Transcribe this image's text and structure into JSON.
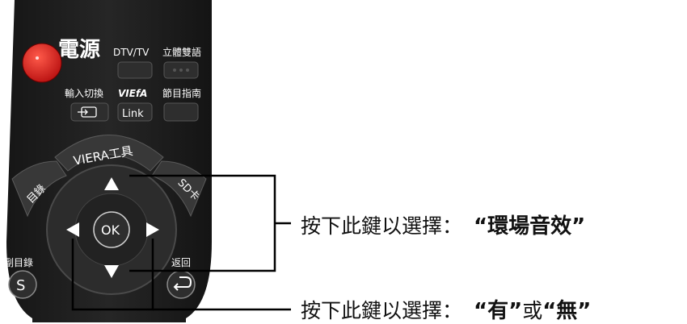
{
  "remote": {
    "power_label": "電源",
    "dtv_label": "DTV/TV",
    "stereo_label": "立體雙語",
    "input_label": "輸入切換",
    "viera_logo": "VIEfA",
    "link_label": "Link",
    "guide_label": "節目指南",
    "tools_label": "VIERA工具",
    "menu_label": "目錄",
    "sd_label": "SD卡",
    "ok_label": "OK",
    "submenu_label": "副目錄",
    "submenu_key": "S",
    "return_label": "返回"
  },
  "callouts": {
    "upper": {
      "prefix": "按下此鍵以選擇：",
      "option": "“環場音效”"
    },
    "lower": {
      "prefix": "按下此鍵以選擇：",
      "option1": "“有”",
      "joiner": "或",
      "option2": "“無”"
    }
  },
  "colors": {
    "remote_body": "#1f1f1f",
    "button_dark": "#303030",
    "power_red": "#d42020",
    "line": "#000000"
  }
}
